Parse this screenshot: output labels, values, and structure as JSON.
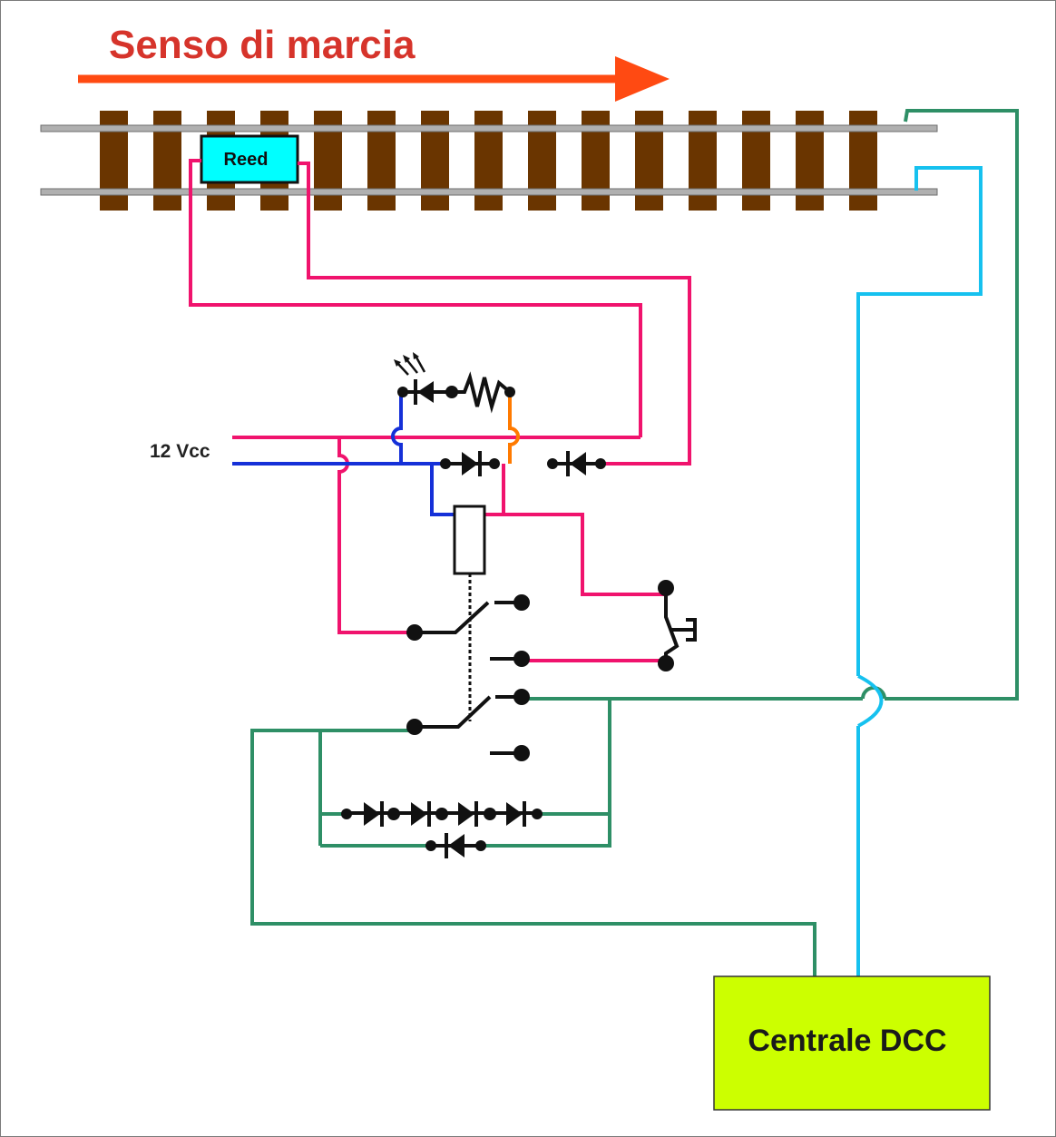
{
  "title": "Senso di marcia",
  "reed_label": "Reed",
  "supply_label": "12 Vcc",
  "dcc_label": "Centrale DCC",
  "colors": {
    "title": "#d6342b",
    "arrow": "#ff4a12",
    "rail": "#9e9e9e",
    "sleeper": "#6a3500",
    "reed_fill": "#00ffff",
    "pink_wire": "#f0136d",
    "blue_wire": "#1530d8",
    "orange_wire": "#ff7a00",
    "green_wire": "#2e8f66",
    "cyan_wire": "#16c1ef",
    "dcc_fill": "#ccff00"
  }
}
